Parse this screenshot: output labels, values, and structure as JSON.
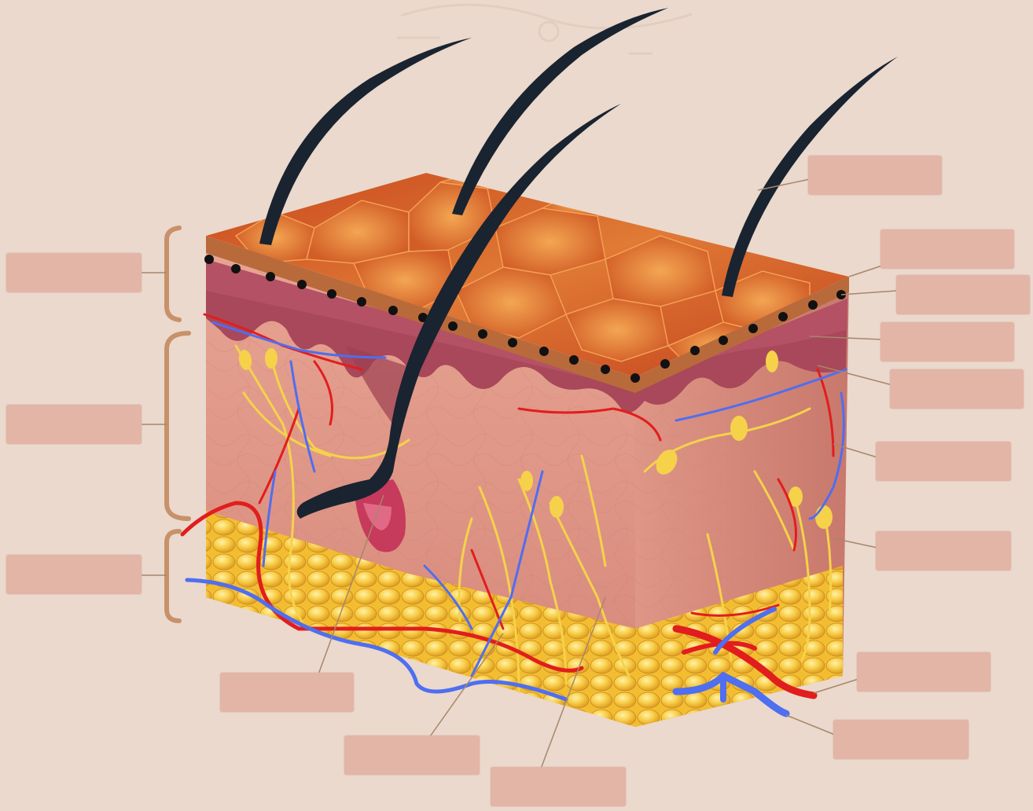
{
  "diagram": {
    "title": "",
    "labels": [
      {
        "id": "left-epidermis",
        "text": ""
      },
      {
        "id": "left-dermis",
        "text": ""
      },
      {
        "id": "left-hypodermis",
        "text": ""
      },
      {
        "id": "right-hair-shaft",
        "text": ""
      },
      {
        "id": "right-stratum-corneum",
        "text": ""
      },
      {
        "id": "right-epidermis-line",
        "text": ""
      },
      {
        "id": "right-papillary",
        "text": ""
      },
      {
        "id": "right-capillary",
        "text": ""
      },
      {
        "id": "right-dermis",
        "text": ""
      },
      {
        "id": "right-nerve",
        "text": ""
      },
      {
        "id": "right-artery",
        "text": ""
      },
      {
        "id": "right-vein",
        "text": ""
      },
      {
        "id": "bottom-hair-follicle",
        "text": ""
      },
      {
        "id": "bottom-sweat-gland",
        "text": ""
      },
      {
        "id": "bottom-fat-lobule",
        "text": ""
      }
    ],
    "colors": {
      "background": "#ead9cc",
      "label_box": "#e2b5a7",
      "bracket": "#c8916a",
      "leader_line": "#a8866b",
      "hair": "#1a2330",
      "artery": "#e21d1d",
      "vein": "#4f6ef0",
      "nerve": "#f5d24a",
      "fat": "#f3bd32",
      "dermis": "#d98c7f",
      "epidermis_surface": "#d7652c",
      "basal_dots": "#111111"
    }
  }
}
